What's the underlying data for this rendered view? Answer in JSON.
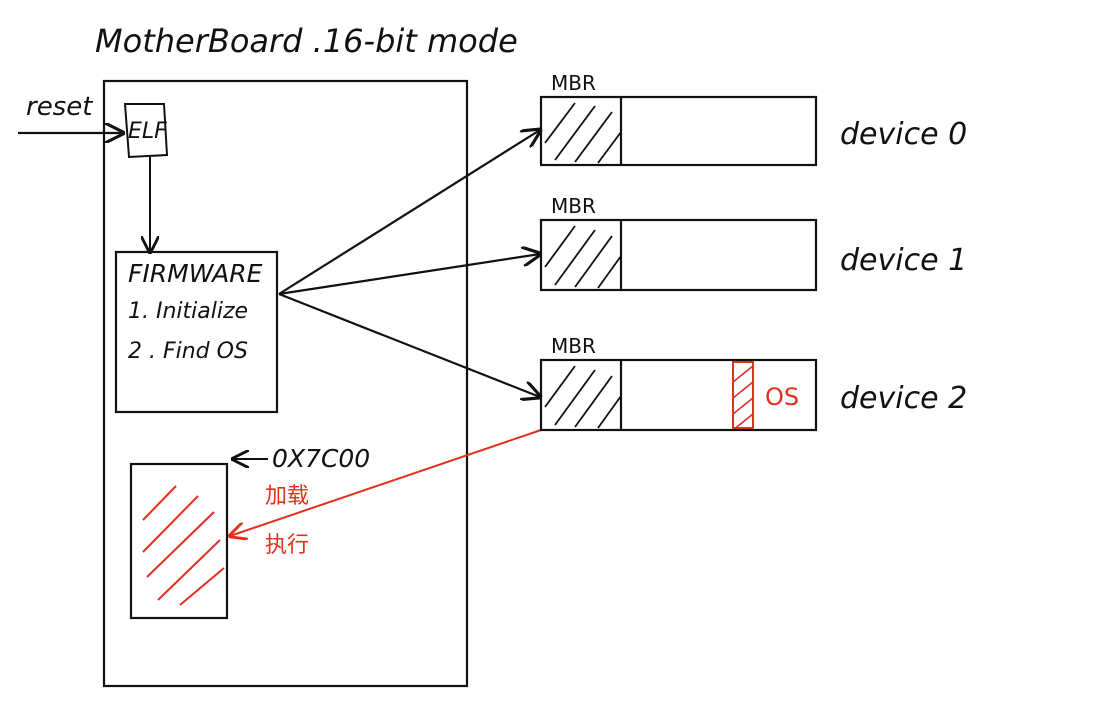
{
  "title": "MotherBoard .16-bit mode",
  "reset_label": "reset",
  "elf_label": "ELF",
  "firmware": {
    "title": "FIRMWARE",
    "steps": [
      "1. Initialize",
      "2 . Find OS"
    ]
  },
  "memory": {
    "address_label": "0X7C00",
    "load_label": "加载",
    "exec_label": "执行"
  },
  "devices": [
    {
      "mbr_label": "MBR",
      "name": "device 0",
      "has_os": false
    },
    {
      "mbr_label": "MBR",
      "name": "device 1",
      "has_os": false
    },
    {
      "mbr_label": "MBR",
      "name": "device 2",
      "has_os": true,
      "os_label": "OS"
    }
  ],
  "colors": {
    "ink": "#111111",
    "highlight": "#e0301e"
  }
}
